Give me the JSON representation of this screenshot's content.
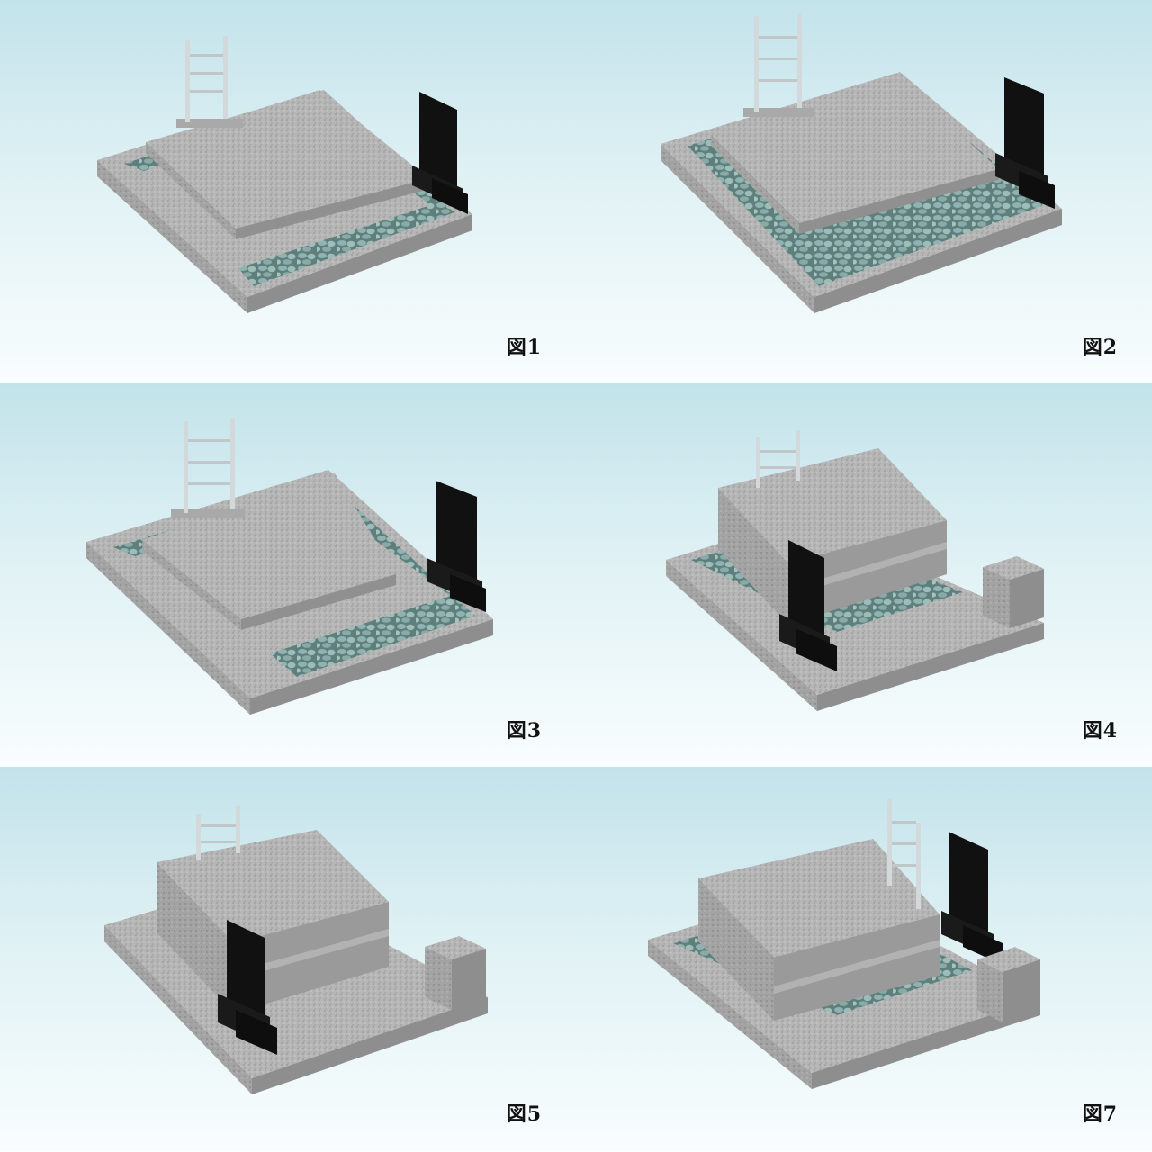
{
  "figures": [
    {
      "label": "図1"
    },
    {
      "label": "図2"
    },
    {
      "label": "図3"
    },
    {
      "label": "図4"
    },
    {
      "label": "図5"
    },
    {
      "label": "図7"
    }
  ],
  "colors": {
    "granite_top": "#b9b9b9",
    "granite_front": "#9e9e9e",
    "granite_side": "#8a8a8a",
    "cobble": "#7fa3a1",
    "headstone": "#111111",
    "metal": "#c9ced1",
    "sky_top": "#c2e3ea"
  }
}
